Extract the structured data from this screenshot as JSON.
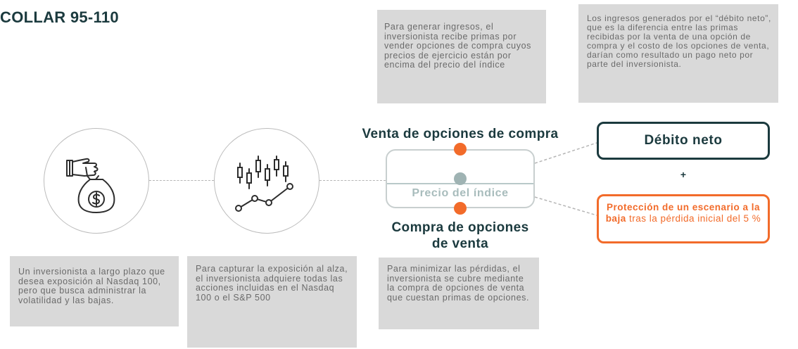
{
  "title": "COLLAR 95-110",
  "notes": {
    "top_middle": "Para generar ingresos, el inversionista recibe primas por vender opciones de compra cuyos precios de ejercicio están por encima del precio del índice",
    "top_right": "Los ingresos generados por el “débito neto”, que es la diferencia entre las primas recibidas por la venta de una opción de compra y el costo de los opciones de venta, darían como resultado un pago neto por parte del inversionista.",
    "bottom_1": "Un inversionista a largo plazo que desea exposición al Nasdaq 100, pero que busca administrar la volatilidad y las bajas.",
    "bottom_2": "Para capturar la exposición al alza, el inversionista adquiere todas las acciones incluidas en el Nasdaq 100 o el S&P 500",
    "bottom_3": "Para minimizar las pérdidas, el inversionista se cubre mediante la compra de opciones de venta que cuestan primas de opciones."
  },
  "diagram": {
    "sell_calls_label": "Venta de opciones de compra",
    "index_price_label": "Precio del índice",
    "buy_puts_label_line1": "Compra de opciones",
    "buy_puts_label_line2": "de venta",
    "net_debit_label": "Débito neto",
    "plus_sign": "+",
    "protection_bold": "Protección de un escenario a la baja",
    "protection_rest": "tras la pérdida inicial del 5 %"
  },
  "colors": {
    "dark_teal": "#1b3a3e",
    "orange": "#f26b2a",
    "gray_teal": "#9fb3b3",
    "note_gray": "#d9d9d9"
  },
  "icons": [
    "money-bag-hand-icon",
    "candlestick-chart-icon"
  ]
}
